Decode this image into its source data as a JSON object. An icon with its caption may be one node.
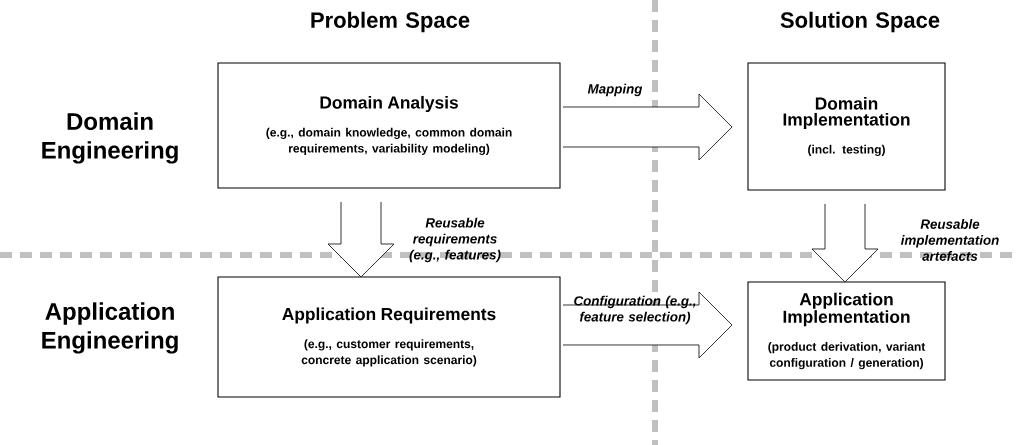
{
  "diagram": {
    "nodes": [
      {
        "text": [
          "Domain Analysis",
          "(e.g., domain knowledge, common domain requirements, variability modeling)"
        ]
      },
      {
        "text": [
          "Domain Implementation",
          "(incl. testing)"
        ]
      },
      {
        "text": [
          "Application Requirements",
          "(e.g., customer requirements, concrete application scenario)"
        ]
      },
      {
        "text": [
          "Application Implementation",
          "(product derivation, variant configuration / generation)"
        ]
      }
    ],
    "edges": [
      {
        "from": 0,
        "to": 1,
        "arrow": "to",
        "label": "Mapping"
      },
      {
        "from": 0,
        "to": 2,
        "arrow": "to",
        "label": "Reusable requirements (e.g., features)"
      },
      {
        "from": 1,
        "to": 3,
        "arrow": "to",
        "label": "Reusable implementation artefacts"
      },
      {
        "from": 2,
        "to": 3,
        "arrow": "to",
        "label": "Configuration (e.g., feature selection)"
      }
    ],
    "labels": [
      "Problem Space",
      "Solution Space",
      "Domain Engineering",
      "Application Engineering"
    ]
  }
}
